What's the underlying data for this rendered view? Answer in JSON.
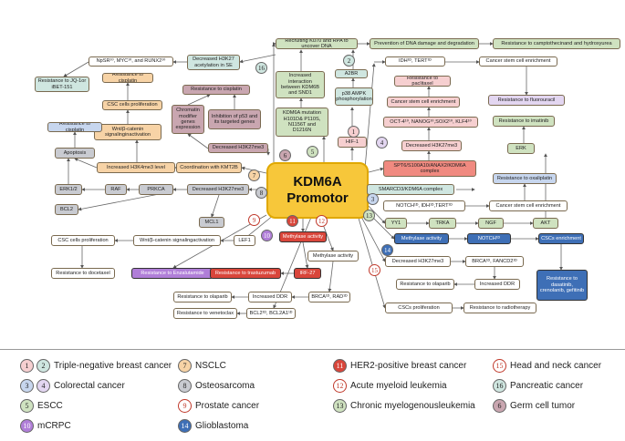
{
  "central": {
    "line1": "KDM6A",
    "line2": "Promotor"
  },
  "colors": {
    "green": "#cfe2c0",
    "teal": "#cfe6e0",
    "pink": "#f6cfd0",
    "salmon": "#f08a80",
    "orange": "#f7d3a6",
    "gray": "#c9cbd1",
    "blue": "#c7d6ee",
    "brick": "#d9463b",
    "purple": "#b07ed8",
    "mauve": "#c9a6b0",
    "navy": "#3e6fb6",
    "white": "#ffffff",
    "ltpurple": "#e3d6f1"
  },
  "boxes": [
    {
      "name": "recruiting-ku70-box",
      "text": "Recruiting Ku70 and RPA to uncover DNA",
      "c": "green"
    },
    {
      "name": "prevention-dna-damage-box",
      "text": "Prevention of DNA damage and degradation",
      "c": "green"
    },
    {
      "name": "resistance-camptothecin-box",
      "text": "Resistance to camptothecinand and hydroxyurea",
      "c": "green"
    },
    {
      "name": "decreased-h3k27-acetylation-box",
      "text": "Decreased H3K27 acetylation in SE",
      "c": "teal"
    },
    {
      "name": "npsr-myc-runx2-box",
      "text": "NpSR¹⁰, MYC¹⁰, and RUNX2¹⁰",
      "c": "white"
    },
    {
      "name": "resistance-jq1-box",
      "text": "Resistance to JQ-1or iBET-151",
      "c": "teal"
    },
    {
      "name": "increased-interaction-kdm6b-box",
      "text": "Increased interaction between KDM6B and SND1",
      "c": "green"
    },
    {
      "name": "a2br-box",
      "text": "A2BR",
      "c": "teal"
    },
    {
      "name": "p38-ampk-box",
      "text": "p38 AMPK phosphorylation",
      "c": "teal"
    },
    {
      "name": "idh-tert-top-box",
      "text": "IDH¹ᴰ, TERT¹ᴰ",
      "c": "white"
    },
    {
      "name": "cancer-stem-cell-top-box",
      "text": "Cancer stem cell enrichment",
      "c": "white"
    },
    {
      "name": "resistance-fluorouracil-box",
      "text": "Resistance to fluorouracil",
      "c": "ltpurple"
    },
    {
      "name": "resistance-imatinib-box",
      "text": "Resistance to imatinib",
      "c": "green"
    },
    {
      "name": "erk-right-box",
      "text": "ERK",
      "c": "green"
    },
    {
      "name": "resistance-cisplatin-orange-box",
      "text": "Resistance to cisplatin",
      "c": "orange"
    },
    {
      "name": "csc-proliferation-orange-box",
      "text": "CSC cells proliferation",
      "c": "orange"
    },
    {
      "name": "wnt-catenin-orange-box",
      "text": "Wnt/β-catenin signalinginactivation",
      "c": "orange"
    },
    {
      "name": "resistance-cisplatin-mauve-box",
      "text": "Resistance to cisplatin",
      "c": "mauve"
    },
    {
      "name": "chromatin-modifier-box",
      "text": "Chromatin modifier genes expression",
      "c": "mauve"
    },
    {
      "name": "inhibition-p53-box",
      "text": "Inhibition of p53 and its targeted genes",
      "c": "mauve"
    },
    {
      "name": "decreased-h3k27me3-mauve-box",
      "text": "Decreased H3K27me3",
      "c": "mauve"
    },
    {
      "name": "kdm6a-mutation-box",
      "text": "KDM6A mutation H101D& P110S, N1156T and D1216N",
      "c": "green"
    },
    {
      "name": "hif1-box",
      "text": "HIF-1",
      "c": "pink"
    },
    {
      "name": "resistance-paclitaxel-box",
      "text": "Resistance to paclitaxel",
      "c": "pink"
    },
    {
      "name": "cancer-stem-cell-pink-box",
      "text": "Cancer stem cell enrichment",
      "c": "pink"
    },
    {
      "name": "oct4-nanog-sox2-klf4-box",
      "text": "OCT-4¹⁰, NANOG¹⁰,SOX2¹⁰, KLF4¹⁰",
      "c": "pink"
    },
    {
      "name": "decreased-h3k27me3-pink-box",
      "text": "Decreased H3K27me3",
      "c": "pink"
    },
    {
      "name": "spt6-complex-box",
      "text": "SPT6/S100A10/ANAX2/KDM6A complex",
      "c": "salmon"
    },
    {
      "name": "resistance-cisplatin-blue-box",
      "text": "Resistance to cisplatin",
      "c": "blue"
    },
    {
      "name": "apoptosis-box",
      "text": "Apoptosis",
      "c": "gray"
    },
    {
      "name": "increased-h3k4me3-box",
      "text": "Increased H3K4me3 level",
      "c": "orange"
    },
    {
      "name": "coordination-kmt2b-box",
      "text": "Coordination with KMT2B",
      "c": "orange"
    },
    {
      "name": "erk12-box",
      "text": "ERK1/2",
      "c": "gray"
    },
    {
      "name": "raf-box",
      "text": "RAF",
      "c": "gray"
    },
    {
      "name": "prkca-box",
      "text": "PRKCA",
      "c": "gray"
    },
    {
      "name": "decreased-h3k27me3-gray-box",
      "text": "Decreased H3K27me3",
      "c": "gray"
    },
    {
      "name": "bcl2-box",
      "text": "BCL2",
      "c": "gray"
    },
    {
      "name": "mcl1-box",
      "text": "MCL1",
      "c": "gray"
    },
    {
      "name": "smarcd3-complex-box",
      "text": "SMARCD3/KDM6A complex",
      "c": "teal"
    },
    {
      "name": "resistance-oxaliplatin-box",
      "text": "Resistance to oxaliplatin",
      "c": "blue"
    },
    {
      "name": "notch-idh-tert-box",
      "text": "NOTCH¹ᴰ, IDH¹ᴰ,TERT¹ᴰ",
      "c": "white"
    },
    {
      "name": "cancer-stem-cell-blue-box",
      "text": "Cancer stem cell enrichment",
      "c": "white"
    },
    {
      "name": "yy1-box",
      "text": "YY1",
      "c": "green"
    },
    {
      "name": "trka-box",
      "text": "TRKA",
      "c": "green"
    },
    {
      "name": "ngf-box",
      "text": "NGF",
      "c": "green"
    },
    {
      "name": "akt-box",
      "text": "AKT",
      "c": "green"
    },
    {
      "name": "csc-proliferation-left-box",
      "text": "CSC cells proliferation",
      "c": "white"
    },
    {
      "name": "wnt-catenin-left-box",
      "text": "Wnt/β-catenin signalingactivation",
      "c": "white"
    },
    {
      "name": "lef1-box",
      "text": "LEF1",
      "c": "white"
    },
    {
      "name": "resistance-docetaxel-box",
      "text": "Resistance to docetaxel",
      "c": "white"
    },
    {
      "name": "resistance-enzalutamide-box",
      "text": "Resistance to Enzalutamide",
      "c": "purple"
    },
    {
      "name": "methylase-activity-brick-box",
      "text": "Methylase activity",
      "c": "brick"
    },
    {
      "name": "methylase-activity-white-box",
      "text": "Methylase activity",
      "c": "white"
    },
    {
      "name": "irf27-box",
      "text": "IRF-27",
      "c": "brick"
    },
    {
      "name": "resistance-trastuzumab-box",
      "text": "Resistance to trastuzumab",
      "c": "brick"
    },
    {
      "name": "resistance-olaparib-left-box",
      "text": "Resistance to olaparib",
      "c": "white"
    },
    {
      "name": "increased-ddr-left-box",
      "text": "Increased DDR",
      "c": "white"
    },
    {
      "name": "brca-rad-box",
      "text": "BRCA¹ᴰ, RAD¹ᴰ",
      "c": "white"
    },
    {
      "name": "resistance-venetoclax-box",
      "text": "Resistance to venetoclax",
      "c": "white"
    },
    {
      "name": "bcl2-bcl2a1-box",
      "text": "BCL2¹ᴰ, BCL2A1¹ᴰ",
      "c": "white"
    },
    {
      "name": "methylase-activity-navy-box",
      "text": "Methylase activity",
      "c": "navy"
    },
    {
      "name": "notch-navy-box",
      "text": "NOTCH¹ᴰ",
      "c": "navy"
    },
    {
      "name": "cscs-enrichment-navy-box",
      "text": "CSCs enrichment",
      "c": "navy"
    },
    {
      "name": "resistance-dasatinib-box",
      "text": "Resistance to dasatinib, crenolanib, gefitinib",
      "c": "navy"
    },
    {
      "name": "decreased-h3k27me3-white-box",
      "text": "Decreased H3K27me3",
      "c": "white"
    },
    {
      "name": "brca-fancd2-box",
      "text": "BRCA¹ᴰ, FANCD2¹ᴰ",
      "c": "white"
    },
    {
      "name": "resistance-olaparib-right-box",
      "text": "Resistance to olaparib",
      "c": "white"
    },
    {
      "name": "increased-ddr-right-box",
      "text": "Increased DDR",
      "c": "white"
    },
    {
      "name": "cscs-proliferation-box",
      "text": "CSCs proliferation",
      "c": "white"
    },
    {
      "name": "resistance-radiotherapy-box",
      "text": "Resistance to radiotherapy",
      "c": "white"
    }
  ],
  "markers": [
    {
      "name": "marker-16",
      "text": "16",
      "c": "teal"
    },
    {
      "name": "marker-2",
      "text": "2",
      "c": "teal"
    },
    {
      "name": "marker-5",
      "text": "5",
      "c": "green"
    },
    {
      "name": "marker-6",
      "text": "6",
      "c": "mauve"
    },
    {
      "name": "marker-1",
      "text": "1",
      "c": "pink"
    },
    {
      "name": "marker-4",
      "text": "4",
      "c": "ltpurple"
    },
    {
      "name": "marker-7",
      "text": "7",
      "c": "orange"
    },
    {
      "name": "marker-8",
      "text": "8",
      "c": "gray"
    },
    {
      "name": "marker-3",
      "text": "3",
      "c": "blue"
    },
    {
      "name": "marker-13",
      "text": "13",
      "c": "green"
    },
    {
      "name": "marker-9",
      "text": "9",
      "c": "white"
    },
    {
      "name": "marker-10",
      "text": "10",
      "c": "purple"
    },
    {
      "name": "marker-11",
      "text": "11",
      "c": "brick"
    },
    {
      "name": "marker-12",
      "text": "12",
      "c": "white"
    },
    {
      "name": "marker-14",
      "text": "14",
      "c": "navy"
    },
    {
      "name": "marker-15",
      "text": "15",
      "c": "white"
    }
  ],
  "legend": [
    {
      "nums": [
        {
          "t": "1",
          "c": "pink"
        },
        {
          "t": "2",
          "c": "teal"
        }
      ],
      "label": "Triple-negative breast cancer"
    },
    {
      "nums": [
        {
          "t": "7",
          "c": "orange"
        }
      ],
      "label": "NSCLC"
    },
    {
      "nums": [
        {
          "t": "11",
          "c": "brick"
        }
      ],
      "label": "HER2-positive breast cancer"
    },
    {
      "nums": [
        {
          "t": "15",
          "c": "white"
        }
      ],
      "label": "Head and neck cancer"
    },
    {
      "nums": [
        {
          "t": "3",
          "c": "blue"
        },
        {
          "t": "4",
          "c": "ltpurple"
        }
      ],
      "label": "Colorectal cancer"
    },
    {
      "nums": [
        {
          "t": "8",
          "c": "gray"
        }
      ],
      "label": "Osteosarcoma"
    },
    {
      "nums": [
        {
          "t": "12",
          "c": "white"
        }
      ],
      "label": "Acute myeloid leukemia"
    },
    {
      "nums": [
        {
          "t": "16",
          "c": "teal"
        }
      ],
      "label": "Pancreatic cancer"
    },
    {
      "nums": [
        {
          "t": "5",
          "c": "green"
        }
      ],
      "label": "ESCC"
    },
    {
      "nums": [
        {
          "t": "9",
          "c": "white"
        }
      ],
      "label": "Prostate cancer"
    },
    {
      "nums": [
        {
          "t": "13",
          "c": "green"
        }
      ],
      "label": "Chronic myelogenousleukemia"
    },
    {
      "nums": [
        {
          "t": "6",
          "c": "mauve"
        }
      ],
      "label": "Germ cell tumor"
    },
    {
      "nums": [
        {
          "t": "10",
          "c": "purple"
        }
      ],
      "label": "mCRPC"
    },
    {
      "nums": [
        {
          "t": "14",
          "c": "navy"
        }
      ],
      "label": "Glioblastoma"
    }
  ]
}
